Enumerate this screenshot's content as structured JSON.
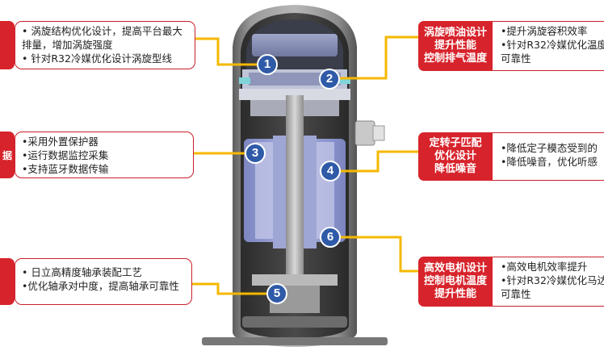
{
  "markers": [
    "1",
    "2",
    "3",
    "4",
    "5",
    "6"
  ],
  "left_tabs": {
    "tab2": "据"
  },
  "left_callouts": {
    "c1": [
      "• 涡旋结构优化设计，提高平台最大",
      "   排量，增加涡旋强度",
      "• 针对R32冷媒优化设计涡旋型线"
    ],
    "c2": [
      "•采用外置保护器",
      "•运行数据监控采集",
      "•支持蓝牙数据传输"
    ],
    "c3": [
      "• 日立高精度轴承装配工艺",
      "•优化轴承对中度，提高轴承可靠性"
    ]
  },
  "right_tabs": {
    "t1": [
      "涡旋喷油设计",
      "提升性能",
      "控制排气温度"
    ],
    "t2": [
      "定转子匹配",
      "优化设计",
      "降低噪音"
    ],
    "t3": [
      "高效电机设计",
      "控制电机温度",
      "提升性能"
    ]
  },
  "right_callouts": {
    "c1": [
      "•提升涡旋容积效率",
      "•针对R32冷媒优化温度",
      "  可靠性"
    ],
    "c2": [
      "•降低定子模态受到的",
      "•降低噪音，优化听感"
    ],
    "c3": [
      "•高效电机效率提升",
      "•针对R32冷媒优化马达",
      "  可靠性"
    ]
  },
  "colors": {
    "accent_red": "#d7232b",
    "connector_yellow": "#f5b800",
    "marker_blue": "#2f5aa8",
    "shell_gray": "#8a8a8a"
  }
}
